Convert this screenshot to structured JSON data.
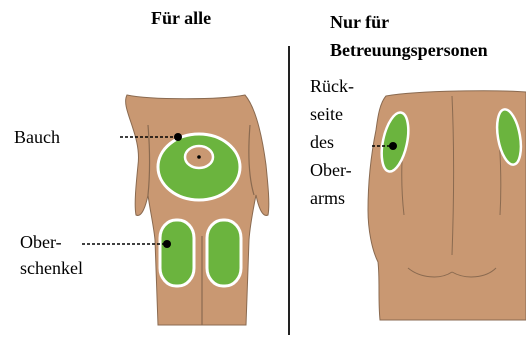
{
  "left_panel": {
    "heading": "Für alle",
    "labels": {
      "abdomen": "Bauch",
      "thigh_line1": "Ober-",
      "thigh_line2": "schenkel"
    }
  },
  "right_panel": {
    "heading_line1": "Nur für",
    "heading_line2": "Betreuungspersonen",
    "labels": {
      "arm_line1": "Rück-",
      "arm_line2": "seite",
      "arm_line3": "des",
      "arm_line4": "Ober-",
      "arm_line5": "arms"
    }
  },
  "colors": {
    "skin": "#c99872",
    "skin_outline": "#8a6a50",
    "injection_area": "#6bb43e",
    "injection_outline": "#ffffff",
    "leader": "#000000",
    "divider": "#222222"
  }
}
